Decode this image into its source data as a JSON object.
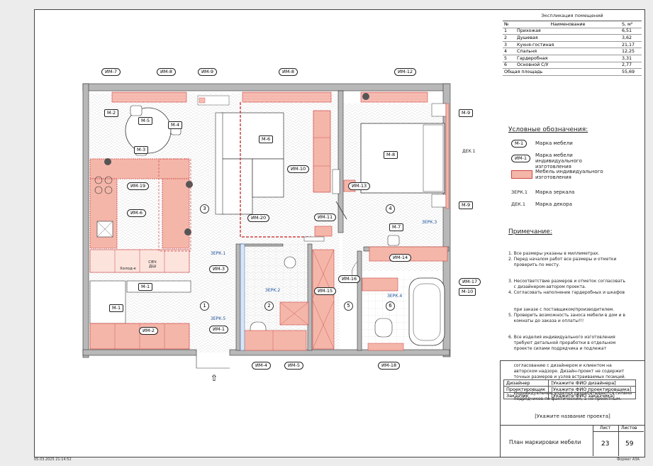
{
  "explication": {
    "title": "Экспликация помещений",
    "headers": {
      "no": "№",
      "name": "Наименование",
      "area": "S, м²"
    },
    "rows": [
      {
        "no": "1",
        "name": "Прихожая",
        "area": "6,51"
      },
      {
        "no": "2",
        "name": "Душевая",
        "area": "3,62"
      },
      {
        "no": "3",
        "name": "Кухня-гостиная",
        "area": "21,17"
      },
      {
        "no": "4",
        "name": "Спальня",
        "area": "12,25"
      },
      {
        "no": "5",
        "name": "Гардеробная",
        "area": "3,31"
      },
      {
        "no": "6",
        "name": "Основной С/У",
        "area": "2,77"
      }
    ],
    "total_label": "Общая площадь",
    "total_value": "55,69"
  },
  "legend": {
    "title": "Условные обозначения:",
    "items": [
      {
        "sym": "М-1",
        "text": "Марка мебели"
      },
      {
        "sym": "ИМ-1",
        "text": "Марка мебели индивидуального изготовления"
      },
      {
        "sym": "",
        "text": "Мебель индивидуального изготовления"
      },
      {
        "sym": "ЗЕРК.1",
        "text": "Марка зеркала"
      },
      {
        "sym": "ДЕК.1",
        "text": "Марка декора"
      }
    ]
  },
  "notes": {
    "title": "Примечание:",
    "lines": [
      "1. Все размеры указаны в миллиметрах.",
      "2. Перед началом работ все размеры и отметки",
      "    проверить по месту.",
      "3. Несоответствие размеров и отметок согласовать",
      "    с дизайнером-автором проекта.",
      "4. Согласовать наполнение гардеробных и шкафов",
      "    при заказе с поставщиком/производителем.",
      "5. Проверить возможность заноса мебели в дом и в",
      "    комнаты до заказа и оплаты!!!",
      "6. Все изделия индивидуального изготовления",
      "    требуют детальной проработки в отдельном",
      "    проекте силами подрядчика и подлежат",
      "    согласованию с дизайнером и клиентом на",
      "    авторском надзоре. Дизайн-проект не содержит",
      "    точных размеров и узлов встраиваемых позиций.",
      "    Индивидуальные изделия разрабатываются силами",
      "    подрядчиков по фактическим, а не проектным."
    ]
  },
  "stamp": {
    "rows": [
      {
        "role": "Дизайнер",
        "name": "[Укажите ФИО дизайнера]"
      },
      {
        "role": "Проектировщик",
        "name": "[Укажите ФИО проектировщика]"
      },
      {
        "role": "Заказчик",
        "name": "[Укажите ФИО заказчика]"
      }
    ],
    "project_name": "[Укажите название проекта]",
    "sheet_title": "План маркировки мебели",
    "list_label": "Лист",
    "lists_label": "Листов",
    "list_value": "23",
    "lists_value": "59"
  },
  "footer": {
    "date": "05.03.2025 21:14:52",
    "format": "Формат А3А"
  },
  "plan": {
    "im_tags_top": [
      "ИМ-7",
      "ИМ-8",
      "ИМ-9",
      "ИМ-8",
      "ИМ-12"
    ],
    "im_tags": {
      "im19": "ИМ-19",
      "im6": "ИМ-6",
      "im10": "ИМ-10",
      "im13": "ИМ-13",
      "im20": "ИМ-20",
      "im11": "ИМ-11",
      "im14": "ИМ-14",
      "im3": "ИМ-3",
      "im15": "ИМ-15",
      "im16": "ИМ-16",
      "im17": "ИМ-17",
      "im2": "ИМ-2",
      "im1": "ИМ-1",
      "im4": "ИМ-4",
      "im5": "ИМ-5",
      "im18": "ИМ-18"
    },
    "m_tags": {
      "m2": "М-2",
      "m5": "М-5",
      "m4": "М-4",
      "m3": "М-3",
      "m6": "М-6",
      "m8": "М-8",
      "m9a": "М-9",
      "m9b": "М-9",
      "m7": "М-7",
      "m1a": "М-1",
      "m1b": "М-1",
      "m10": "М-10"
    },
    "appliances": {
      "fridge": "Холод-к",
      "micro": "СВЧ ДШ"
    },
    "mirrors": [
      "ЗЕРК.1",
      "ЗЕРК.2",
      "ЗЕРК.3",
      "ЗЕРК.4",
      "ЗЕРК.5"
    ],
    "decor": "ДЕК.1",
    "rooms": [
      "1",
      "2",
      "3",
      "4",
      "5",
      "6"
    ],
    "entry_arrow": "⇧"
  }
}
